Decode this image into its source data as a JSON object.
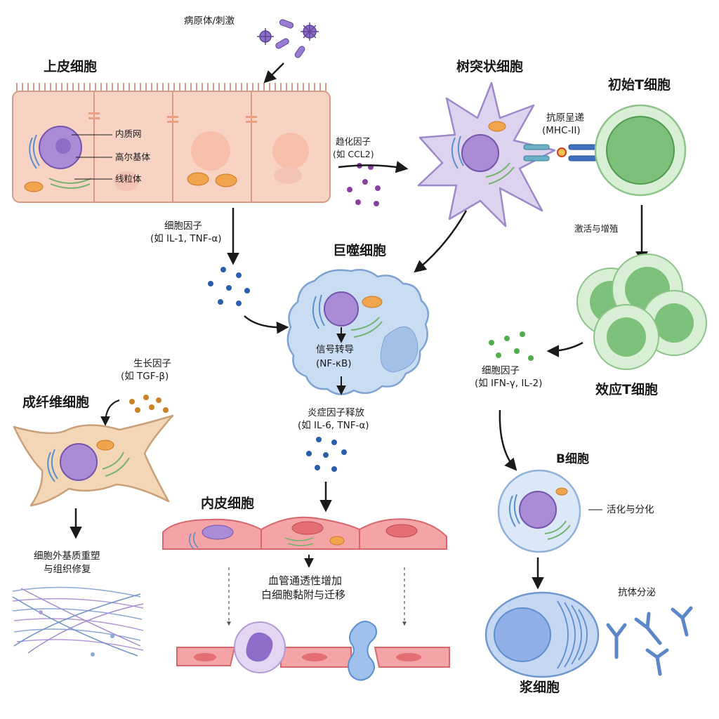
{
  "labels": {
    "pathogen": "病原体/刺激",
    "epithelial": "上皮细胞",
    "er": "内质网",
    "golgi": "高尔基体",
    "mito": "线粒体",
    "chemokine_1": "趋化因子",
    "chemokine_2": "(如 CCL2)",
    "dendritic": "树突状细胞",
    "antigen_1": "抗原呈递",
    "antigen_2": "(MHC-II)",
    "naive_t": "初始T细胞",
    "activation": "激活与增殖",
    "effector_t": "效应T细胞",
    "epi_cytokine_1": "细胞因子",
    "epi_cytokine_2": "(如 IL-1, TNF-α)",
    "macrophage": "巨噬细胞",
    "signal_1": "信号转导",
    "signal_2": "(NF-κB)",
    "inflam_1": "炎症因子释放",
    "inflam_2": "(如 IL-6, TNF-α)",
    "growth_1": "生长因子",
    "growth_2": "(如 TGF-β)",
    "fibroblast": "成纤维细胞",
    "ecm_1": "细胞外基质重塑",
    "ecm_2": "与组织修复",
    "endothelial": "内皮细胞",
    "vascular_1": "血管通透性增加",
    "vascular_2": "白细胞黏附与迁移",
    "t_cytokine_1": "细胞因子",
    "t_cytokine_2": "(如 IFN-γ, IL-2)",
    "b_cell": "B细胞",
    "b_activation": "活化与分化",
    "antibody": "抗体分泌",
    "plasma": "浆细胞"
  },
  "colors": {
    "epithelium": "#f8d3c4",
    "nucleus": "#a98bd6",
    "dendritic": "#ddd3ee",
    "t_cell": "#cfe9cc",
    "macrophage": "#c9dcf2",
    "fibroblast": "#f3d6b5",
    "endothelium": "#f4a3a6",
    "b_cell": "#dbe8f7",
    "plasma": "#aac4ec",
    "antibody": "#5b86c7"
  }
}
